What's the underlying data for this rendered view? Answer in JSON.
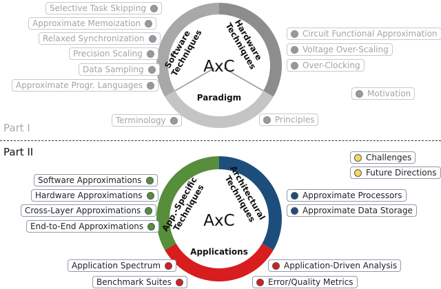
{
  "colors": {
    "gray_software": "#a8a8a8",
    "gray_hardware": "#8d8d8d",
    "gray_paradigm": "#c4c4c4",
    "gray_dot": "#999999",
    "green": "#568e3c",
    "blue": "#1d4e7b",
    "red": "#d71d1d",
    "yellow": "#f5d862"
  },
  "part1": {
    "label": "Part I",
    "center": "AxC",
    "segments": {
      "software": [
        "Software",
        "Techniques"
      ],
      "hardware": [
        "Hardware",
        "Techniques"
      ],
      "paradigm": "Paradigm"
    },
    "left_items": [
      "Selective Task Skipping",
      "Approximate Memoization",
      "Relaxed Synchronization",
      "Precision Scaling",
      "Data Sampling",
      "Approximate Progr. Languages"
    ],
    "right_items": [
      "Circuit Functional Approximation",
      "Voltage Over-Scaling",
      "Over-Clocking"
    ],
    "motivation": "Motivation",
    "terminology": "Terminology",
    "principles": "Principles"
  },
  "part2": {
    "label": "Part II",
    "center": "AxC",
    "segments": {
      "app_specific": [
        "App.-Specific",
        "Techniques"
      ],
      "architectural": [
        "Architectural",
        "Techniques"
      ],
      "applications": "Applications"
    },
    "left_items": [
      "Software Approximations",
      "Hardware Approximations",
      "Cross-Layer Approximations",
      "End-to-End Approximations"
    ],
    "right_items": [
      "Approximate Processors",
      "Approximate Data Storage"
    ],
    "top_right_items": [
      "Challenges",
      "Future Directions"
    ],
    "bottom_left_items": [
      "Application Spectrum",
      "Benchmark Suites"
    ],
    "bottom_right_items": [
      "Application-Driven Analysis",
      "Error/Quality Metrics"
    ]
  }
}
